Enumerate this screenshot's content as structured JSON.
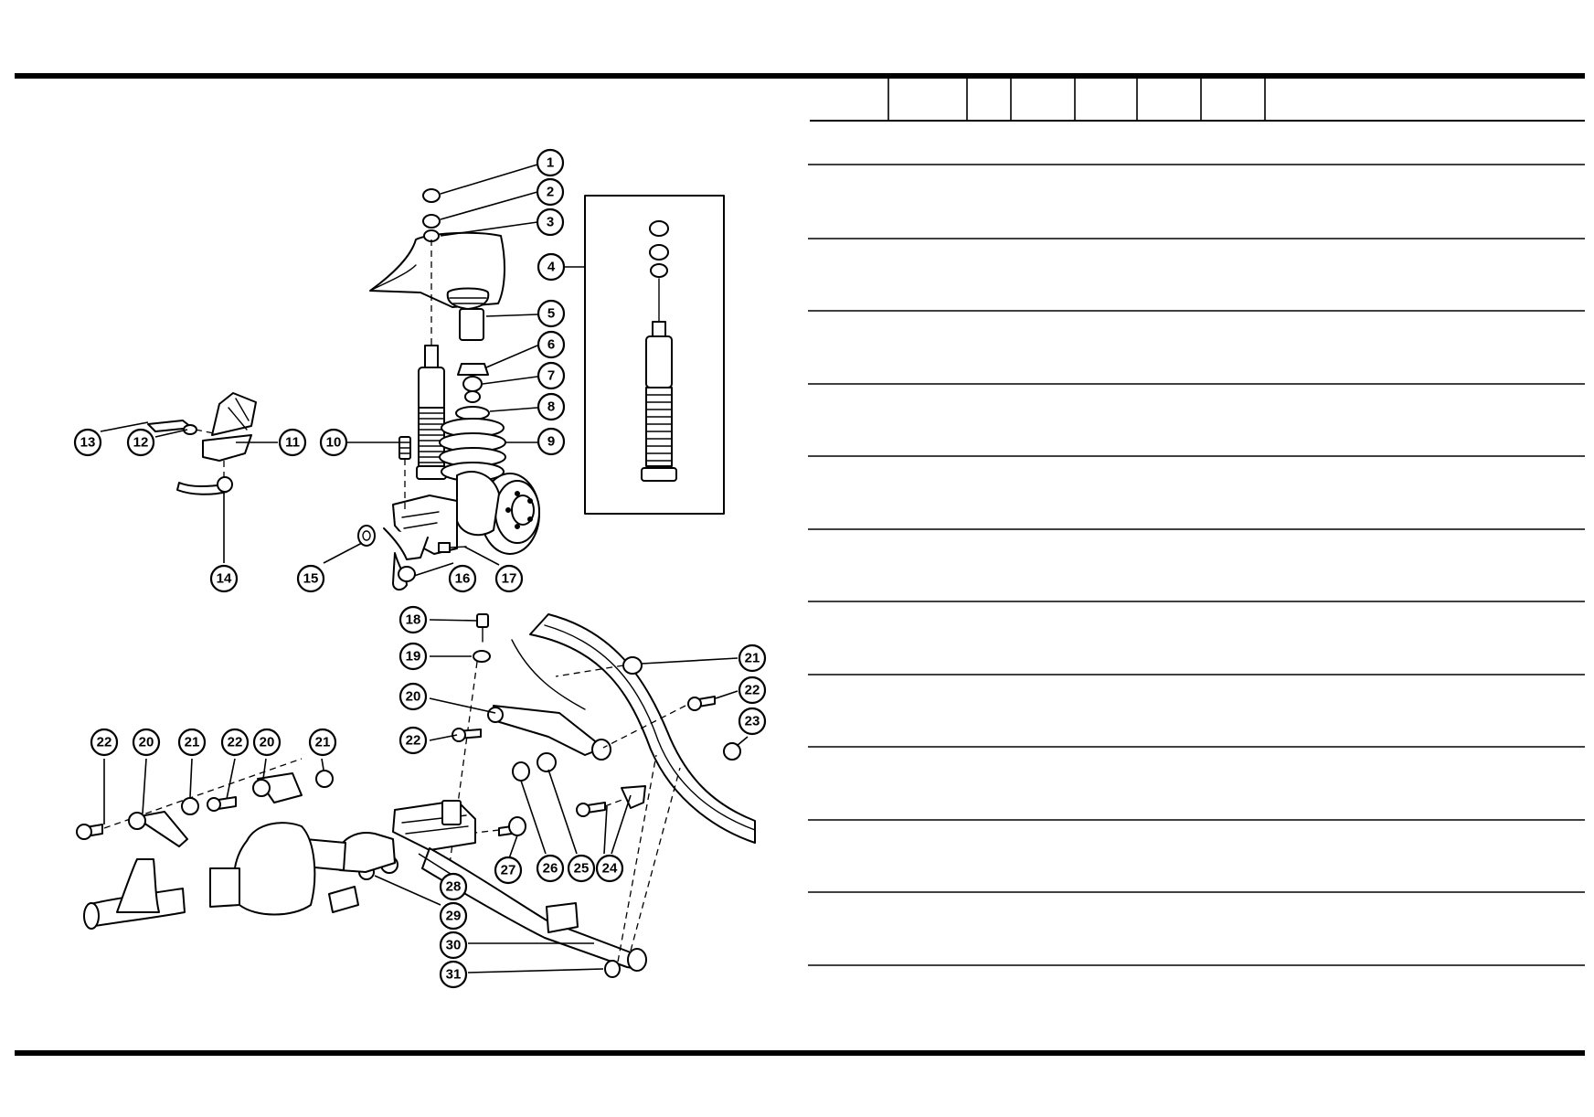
{
  "diagram": {
    "callouts": [
      {
        "id": "c1",
        "label": "1"
      },
      {
        "id": "c2",
        "label": "2"
      },
      {
        "id": "c3",
        "label": "3"
      },
      {
        "id": "c4",
        "label": "4"
      },
      {
        "id": "c5",
        "label": "5"
      },
      {
        "id": "c6",
        "label": "6"
      },
      {
        "id": "c7",
        "label": "7"
      },
      {
        "id": "c8",
        "label": "8"
      },
      {
        "id": "c9",
        "label": "9"
      },
      {
        "id": "c10",
        "label": "10"
      },
      {
        "id": "c11",
        "label": "11"
      },
      {
        "id": "c12",
        "label": "12"
      },
      {
        "id": "c13",
        "label": "13"
      },
      {
        "id": "c14",
        "label": "14"
      },
      {
        "id": "c15",
        "label": "15"
      },
      {
        "id": "c16",
        "label": "16"
      },
      {
        "id": "c17",
        "label": "17"
      },
      {
        "id": "c18",
        "label": "18"
      },
      {
        "id": "c19",
        "label": "19"
      },
      {
        "id": "c20a",
        "label": "20"
      },
      {
        "id": "c21a",
        "label": "21"
      },
      {
        "id": "c22a",
        "label": "22"
      },
      {
        "id": "c22b",
        "label": "22"
      },
      {
        "id": "c23",
        "label": "23"
      },
      {
        "id": "c24",
        "label": "24"
      },
      {
        "id": "c25",
        "label": "25"
      },
      {
        "id": "c26",
        "label": "26"
      },
      {
        "id": "c27",
        "label": "27"
      },
      {
        "id": "c28",
        "label": "28"
      },
      {
        "id": "c29",
        "label": "29"
      },
      {
        "id": "c30",
        "label": "30"
      },
      {
        "id": "c31",
        "label": "31"
      },
      {
        "id": "c22c",
        "label": "22"
      },
      {
        "id": "c20b",
        "label": "20"
      },
      {
        "id": "c21b",
        "label": "21"
      },
      {
        "id": "c22d",
        "label": "22"
      },
      {
        "id": "c20c",
        "label": "20"
      },
      {
        "id": "c21c",
        "label": "21"
      }
    ]
  },
  "parts_table": {
    "header_columns": [
      "",
      "",
      "",
      "",
      "",
      "",
      "",
      ""
    ],
    "rows": [
      "",
      "",
      "",
      "",
      "",
      "",
      "",
      "",
      "",
      "",
      "",
      ""
    ]
  }
}
